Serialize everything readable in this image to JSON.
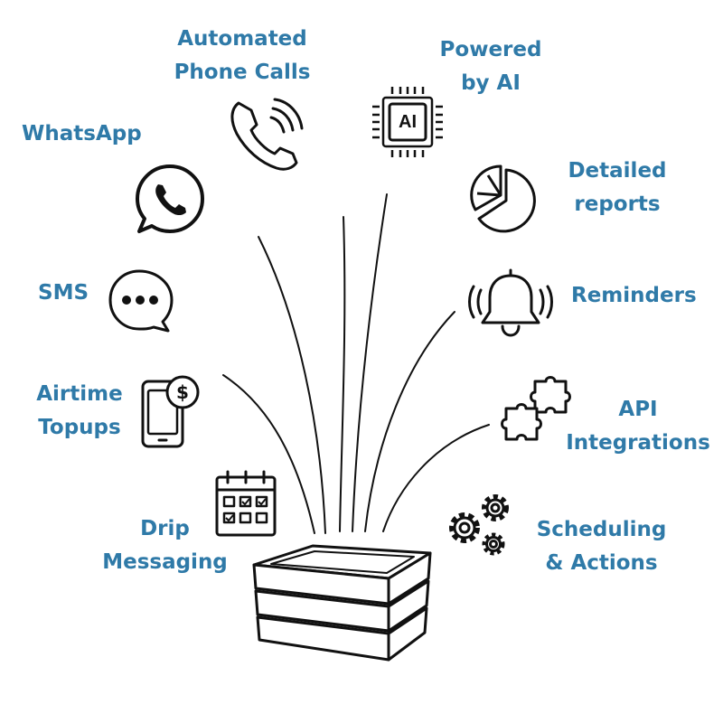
{
  "features": {
    "automated_phone_calls": [
      "Automated",
      "Phone Calls"
    ],
    "powered_by_ai": [
      "Powered",
      "by AI"
    ],
    "whatsapp": [
      "WhatsApp"
    ],
    "detailed_reports": [
      "Detailed",
      "reports"
    ],
    "sms": [
      "SMS"
    ],
    "reminders": [
      "Reminders"
    ],
    "airtime_topups": [
      "Airtime",
      "Topups"
    ],
    "api_integrations": [
      "API",
      "Integrations"
    ],
    "drip_messaging": [
      "Drip",
      "Messaging"
    ],
    "scheduling_actions": [
      "Scheduling",
      "& Actions"
    ]
  },
  "icons": {
    "ai_chip": "AI",
    "dollar": "$"
  },
  "colors": {
    "label": "#2f7aa8",
    "line": "#111111"
  }
}
